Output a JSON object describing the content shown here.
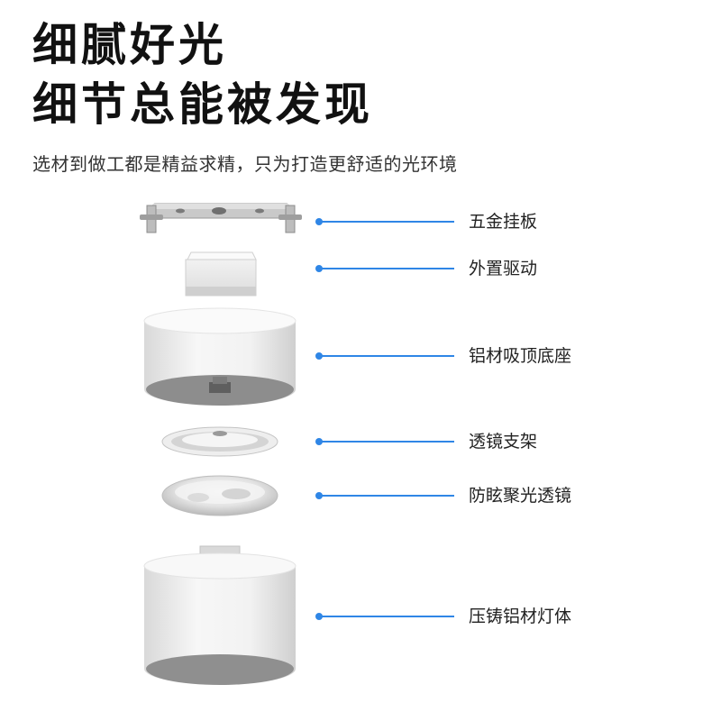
{
  "heading": {
    "line1": "细腻好光",
    "line2": "细节总能被发现",
    "subtitle": "选材到做工都是精益求精，只为打造更舒适的光环境"
  },
  "parts": [
    {
      "label": "五金挂板"
    },
    {
      "label": "外置驱动"
    },
    {
      "label": "铝材吸顶底座"
    },
    {
      "label": "透镜支架"
    },
    {
      "label": "防眩聚光透镜"
    },
    {
      "label": "压铸铝材灯体"
    }
  ],
  "colors": {
    "accent": "#2f86e6",
    "text": "#111111",
    "lamp_white": "#f4f4f4",
    "inner_gray": "#8d8d8d"
  }
}
